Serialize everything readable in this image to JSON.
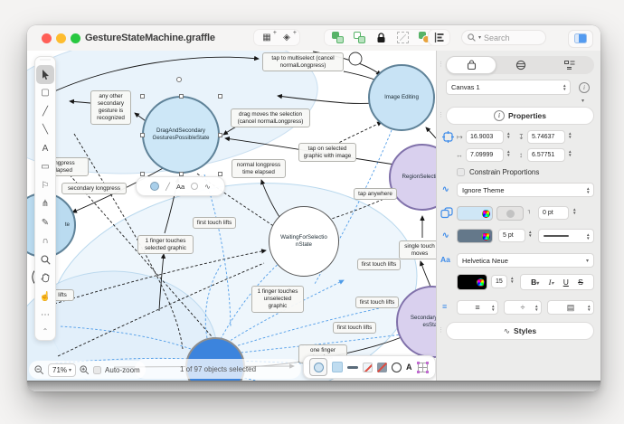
{
  "window": {
    "title": "GestureStateMachine.graffle"
  },
  "titlebar": {
    "search_placeholder": "Search"
  },
  "statusbar": {
    "zoom_level": "71%",
    "auto_zoom": "Auto-zoom",
    "selection": "1 of 97 objects selected"
  },
  "canvas": {
    "states": [
      {
        "label": ""
      },
      {
        "label": "DragAndSecondary\nGesturesPossibleState"
      },
      {
        "label": "Image Editing"
      },
      {
        "label": "RegionSelection"
      },
      {
        "label": "te"
      },
      {
        "label": "WaitingForSelectionState"
      },
      {
        "label": "SecondaryGesturesState"
      },
      {
        "label": ""
      }
    ],
    "labels": [
      "any other secondary gesture is recognized",
      "tap to multiselect (cancel normalLongpress)",
      "drag moves the selection (cancel normalLongpress)",
      "normal longpress time elapsed",
      "longpress elapsed",
      "secondary longpress",
      "first touch lifts",
      "1 finger touches selected graphic",
      "first touch lifts",
      "first touch lifts",
      "1 finger touches unselected graphic",
      "tap anywhere",
      "single touch moves",
      "tap on selected graphic with image",
      "first touch lifts",
      "one finger touches",
      "lifts"
    ]
  },
  "inspector": {
    "canvas_select": "Canvas 1",
    "properties_title": "Properties",
    "geometry": {
      "x": "16.9003",
      "y": "5.74637",
      "w": "7.09999",
      "h": "6.57751"
    },
    "constrain_label": "Constrain Proportions",
    "theme_select": "Ignore Theme",
    "corner_radius": "0 pt",
    "stroke_width": "5 pt",
    "font_family": "Helvetica Neue",
    "font_size": "15",
    "bold": "B",
    "italic": "I",
    "underline": "U",
    "strike": "S",
    "styles_title": "Styles",
    "colors": {
      "fill": "#cfe6f6",
      "stroke": "#64788a",
      "text": "#000000"
    }
  }
}
